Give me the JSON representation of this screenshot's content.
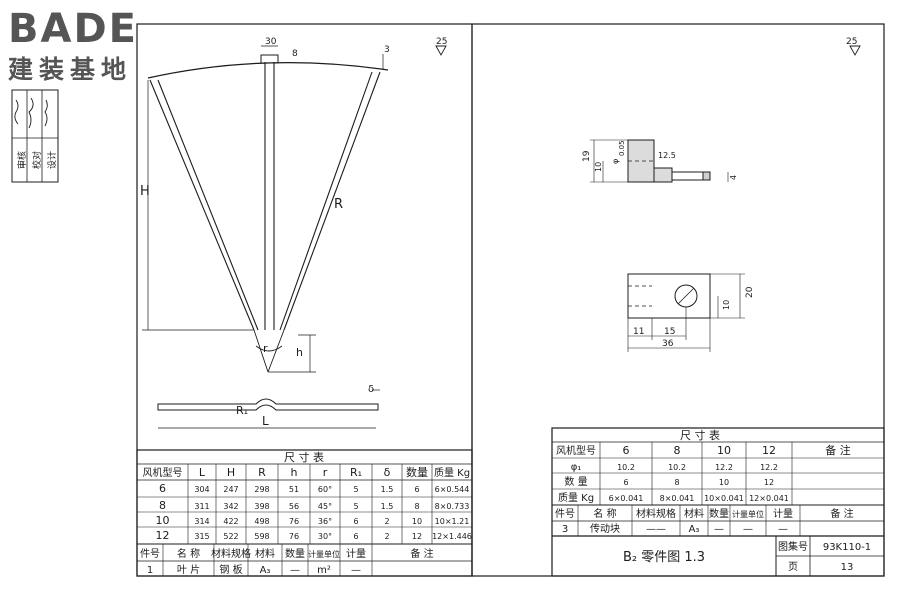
{
  "logo": {
    "brand": "BADE",
    "subtitle": "建装基地"
  },
  "sidebar_stamp": [
    "审核",
    "校对",
    "设计"
  ],
  "left_drawing": {
    "roughness": "25",
    "dims": {
      "top_width": "30",
      "flange": "8",
      "tip": "3",
      "H": "H",
      "R": "R",
      "r": "r",
      "h": "h",
      "R1": "R₁",
      "L": "L",
      "delta": "δ"
    }
  },
  "right_drawing": {
    "roughness": "25",
    "dims": {
      "d19": "19",
      "d10a": "10",
      "d125": "12.5",
      "d05": "0.05",
      "dphi": "φ",
      "d4": "4",
      "d11": "11",
      "d15": "15",
      "d36": "36",
      "d10b": "10",
      "d20": "20"
    }
  },
  "left_table": {
    "title": "尺 寸 表",
    "headers": [
      "风机型号",
      "L",
      "H",
      "R",
      "h",
      "r",
      "R₁",
      "δ",
      "数量",
      "质量 Kg"
    ],
    "rows": [
      [
        "6",
        "304",
        "247",
        "298",
        "51",
        "60°",
        "5",
        "1.5",
        "6",
        "6×0.544"
      ],
      [
        "8",
        "311",
        "342",
        "398",
        "56",
        "45°",
        "5",
        "1.5",
        "8",
        "8×0.733"
      ],
      [
        "10",
        "314",
        "422",
        "498",
        "76",
        "36°",
        "6",
        "2",
        "10",
        "10×1.21"
      ],
      [
        "12",
        "315",
        "522",
        "598",
        "76",
        "30°",
        "6",
        "2",
        "12",
        "12×1.446"
      ]
    ],
    "parts_header": [
      "件号",
      "名 称",
      "材料规格",
      "材料",
      "数量",
      "计量单位",
      "计量",
      "备 注"
    ],
    "parts_row": [
      "1",
      "叶 片",
      "钢 板",
      "A₃",
      "—",
      "m²",
      "—",
      ""
    ]
  },
  "right_table": {
    "title": "尺 寸 表",
    "headers": [
      "风机型号",
      "6",
      "8",
      "10",
      "12",
      "备 注"
    ],
    "rows": [
      [
        "φ₁",
        "10.2",
        "10.2",
        "12.2",
        "12.2",
        ""
      ],
      [
        "数 量",
        "6",
        "8",
        "10",
        "12",
        ""
      ],
      [
        "质量 Kg",
        "6×0.041",
        "8×0.041",
        "10×0.041",
        "12×0.041",
        ""
      ]
    ],
    "parts_header": [
      "件号",
      "名 称",
      "材料规格",
      "材料",
      "数量",
      "计量单位",
      "计量",
      "备 注"
    ],
    "parts_row": [
      "3",
      "传动块",
      "——",
      "A₃",
      "—",
      "—",
      "—",
      ""
    ]
  },
  "title_block": {
    "drawing_title": "B₂ 零件图 1.3",
    "atlas_label": "图集号",
    "atlas_value": "93K110-1",
    "page_label": "页",
    "page_value": "13"
  }
}
